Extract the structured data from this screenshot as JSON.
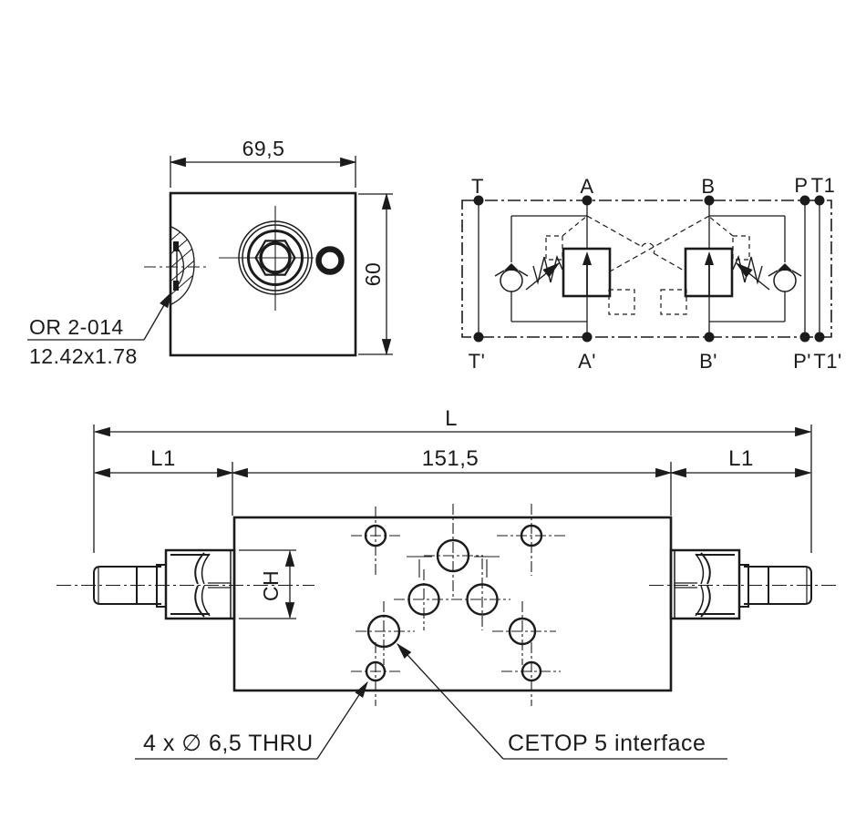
{
  "drawing": {
    "colors": {
      "line": "#1b1b1b",
      "thin_line": "#2a2a2a",
      "background": "#ffffff"
    },
    "front_view": {
      "width_dim": "69,5",
      "height_dim": "60",
      "oring_label_line1": "OR 2-014",
      "oring_label_line2": "12.42x1.78"
    },
    "schematic": {
      "ports_top": [
        "T",
        "A",
        "B",
        "P",
        "T1"
      ],
      "ports_bottom": [
        "T'",
        "A'",
        "B'",
        "P'",
        "T1'"
      ]
    },
    "side_view": {
      "total_length_dim": "L",
      "end_length_dim_left": "L1",
      "body_length_dim": "151,5",
      "end_length_dim_right": "L1",
      "hex_dim": "CH",
      "holes_callout": "4 x ∅ 6,5 THRU",
      "interface_callout": "CETOP 5 interface"
    }
  }
}
